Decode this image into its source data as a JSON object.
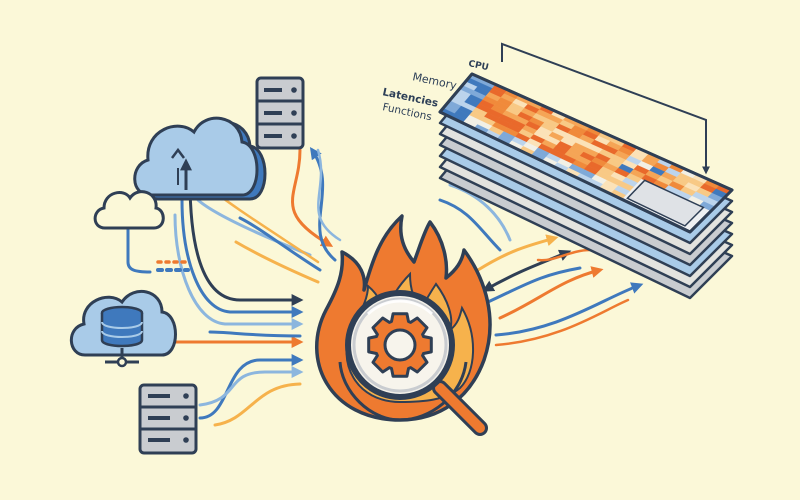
{
  "colors": {
    "background": "#fbf8d8",
    "outline": "#2f3f55",
    "blue": "#3f79bd",
    "light_blue": "#a9cbe8",
    "sky": "#8cb6de",
    "orange": "#ee7a30",
    "orange_light": "#f6b24c",
    "server_gray": "#c9ccd0",
    "cell_palette": [
      "#e9692b",
      "#f08a3b",
      "#f5a556",
      "#f8c985",
      "#fbe2b8",
      "#f2f0e6",
      "#bcd4ec",
      "#7fa9d8",
      "#3f79bd"
    ]
  },
  "icons": {
    "top_server": "server-icon",
    "cloud_upload": "cloud-upload-icon",
    "small_cloud": "cloud-icon",
    "cloud_database": "cloud-database-icon",
    "bottom_server": "server-icon",
    "central": "flame-gear-magnifier-icon"
  },
  "heatmap": {
    "layer_labels": [
      "CPU",
      "Memory",
      "Latencies",
      "Functions"
    ],
    "layer_count": 7
  }
}
